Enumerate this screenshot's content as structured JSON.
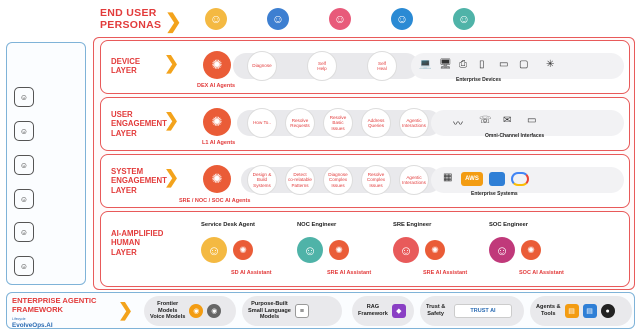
{
  "header": {
    "title_line1": "END USER",
    "title_line2": "PERSONAS",
    "chevron": "❯",
    "personas": [
      {
        "icon": "person-avatar-icon",
        "color": "#f4b942",
        "glyph": "☺"
      },
      {
        "icon": "person-avatar-icon",
        "color": "#3d7fd1",
        "glyph": "☺"
      },
      {
        "icon": "person-avatar-icon",
        "color": "#e85a7a",
        "glyph": "☺"
      },
      {
        "icon": "person-avatar-icon",
        "color": "#2a8ad4",
        "glyph": "☺"
      },
      {
        "icon": "person-avatar-icon",
        "color": "#4fb3a8",
        "glyph": "☺"
      }
    ]
  },
  "left_panel": {
    "title": "",
    "items": [
      "",
      "",
      "",
      "",
      "",
      "",
      ""
    ]
  },
  "layers": {
    "device": {
      "title_line1": "DEVICE",
      "title_line2": "LAYER",
      "agent_label": "DEX AI Agents",
      "capabilities": [
        "Diagnose",
        "Self\nHelp",
        "Self\nHeal"
      ],
      "systems_label": "Enterprise Devices"
    },
    "engagement": {
      "title_line1": "USER",
      "title_line2": "ENGAGEMENT",
      "title_line3": "LAYER",
      "agent_label": "L1 AI Agents",
      "capabilities": [
        "How To..",
        "Resolve\nRequests",
        "Resolve\nBasic\nIssues",
        "Address\nQueries",
        "Agentic\nInteractions"
      ],
      "systems_label": "Omni-Channel Interfaces"
    },
    "system": {
      "title_line1": "SYSTEM",
      "title_line2": "ENGAGEMENT",
      "title_line3": "LAYER",
      "agent_label": "SRE / NOC / SOC AI Agents",
      "capabilities": [
        "Design &\nBuild\nSystems",
        "Detect\nco-relatable\nPatterns",
        "Diagnose\nComplex\nIssues",
        "Resolve\nComplex\nIssues",
        "Agentic\nInteractions"
      ],
      "systems_label": "Enterprise Systems",
      "aws_label": "AWS"
    },
    "human": {
      "title_line1": "AI-AMPLIFIED",
      "title_line2": "HUMAN",
      "title_line3": "LAYER",
      "engineers": [
        {
          "title": "Service Desk Agent",
          "assistant": "SD AI Assistant",
          "color": "#f4b942"
        },
        {
          "title": "NOC Engineer",
          "assistant": "SRE AI Assistant",
          "color": "#4fb3a8"
        },
        {
          "title": "SRE Engineer",
          "assistant": "SRE AI Assistant",
          "color": "#e85a5a"
        },
        {
          "title": "SOC Engineer",
          "assistant": "SOC AI Assistant",
          "color": "#c0397a"
        }
      ]
    }
  },
  "bottom": {
    "title_line1": "ENTERPRISE AGENTIC",
    "title_line2": "FRAMEWORK",
    "brand": "EvolveOps.AI",
    "brand_prefix": "Lifecycle",
    "tools": [
      {
        "label": "Frontier\nModels\nVoice Models"
      },
      {
        "label": "Purpose-Built\nSmall Language\nModels"
      },
      {
        "label": "RAG\nFramework"
      },
      {
        "label": "Trust &\nSafety",
        "badge": "TRUST AI"
      },
      {
        "label": "Agents &\nTools"
      }
    ]
  },
  "colors": {
    "accent_red": "#e23b3b",
    "accent_orange": "#f3a31c",
    "agent_orange": "#ea5c37",
    "border_blue": "#7fb3d8"
  }
}
